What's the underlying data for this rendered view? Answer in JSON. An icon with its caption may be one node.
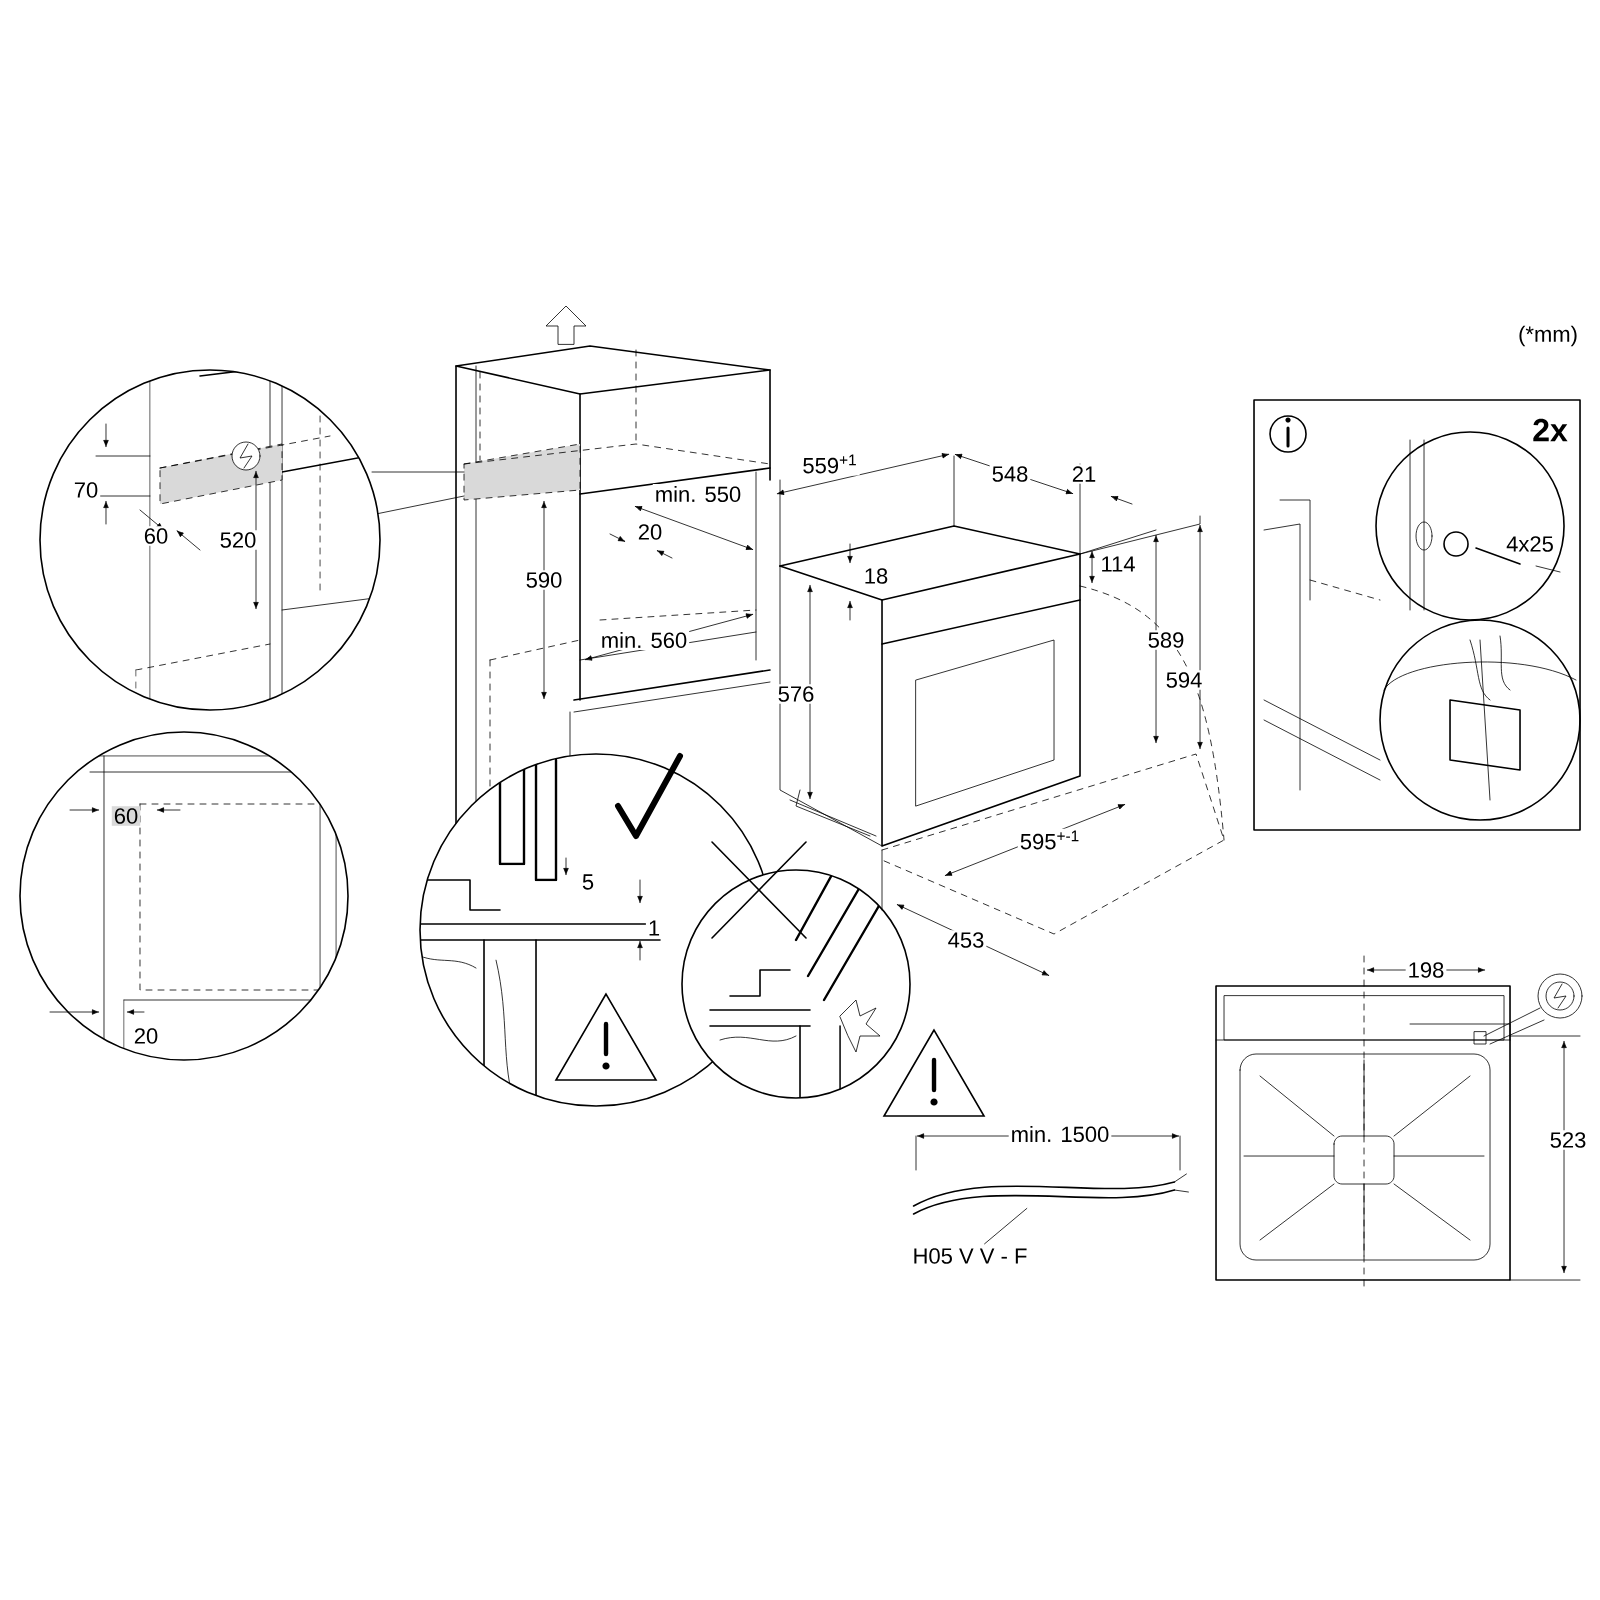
{
  "diagram": {
    "nodes": [
      {
        "text": [
          "H05 V V - F"
        ]
      },
      {
        "text": [],
        "shape": "picture"
      }
    ],
    "edges": [
      {
        "from": 0,
        "to": 1,
        "arrow": "none"
      }
    ],
    "labels": [
      "(*mm)",
      "2x",
      "70",
      "min. 550",
      "559$^{+1}$",
      "548",
      "21",
      "60",
      "520",
      "20",
      "4x25",
      "590",
      "18",
      "114",
      "min. 560",
      "589",
      "594",
      "576",
      "60",
      "5",
      "1",
      "595$^{+-1}$",
      "453",
      "20",
      "198",
      "min. 1500",
      "523"
    ]
  }
}
